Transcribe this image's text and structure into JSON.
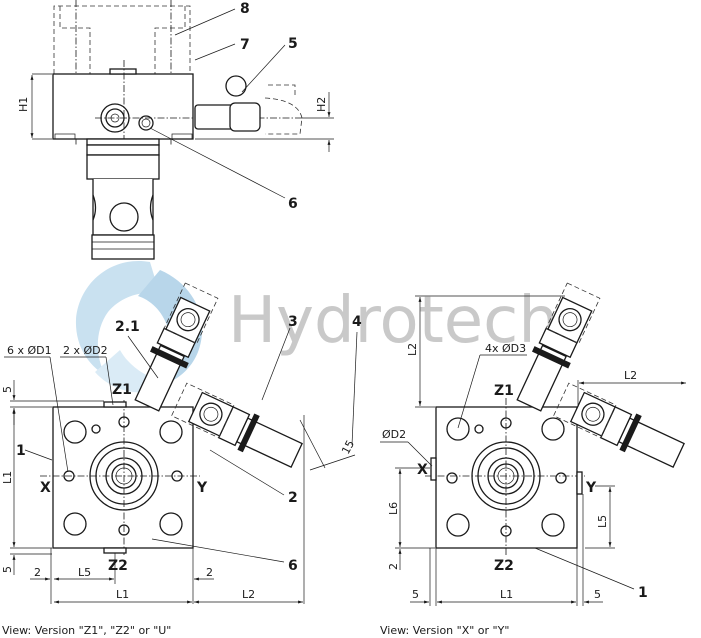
{
  "watermark": {
    "brand_text": "Hydrotech",
    "logo_color": "#9ec9e4",
    "text_color": "#b7b7b7"
  },
  "top_view": {
    "callouts": [
      "8",
      "7",
      "5",
      "6"
    ],
    "dimensions": {
      "h1": "H1",
      "h2": "H2"
    }
  },
  "left_view": {
    "caption": "View: Version \"Z1\", \"Z2\" or \"U\"",
    "callouts": {
      "c2_1": "2.1",
      "c3": "3",
      "c4": "4",
      "c1": "1",
      "c2": "2",
      "c6": "6"
    },
    "hole_labels": {
      "d1": "6 x ØD1",
      "d2": "2 x ØD2"
    },
    "ports": {
      "z1": "Z1",
      "z2": "Z2",
      "x": "X",
      "y": "Y"
    },
    "dimensions": {
      "top_5": "5",
      "bottom_5": "5",
      "l1_vertical": "L1",
      "l1_horizontal": "L1",
      "l2": "L2",
      "l5": "L5",
      "left_2": "2",
      "right_2": "2",
      "angle_15": "15"
    }
  },
  "right_view": {
    "caption": "View: Version \"X\" or \"Y\"",
    "callouts": {
      "c1": "1"
    },
    "hole_labels": {
      "d3": "4x ØD3",
      "d2": "ØD2"
    },
    "ports": {
      "z1": "Z1",
      "z2": "Z2",
      "x": "X",
      "y": "Y"
    },
    "dimensions": {
      "l2_vertical": "L2",
      "l2_horizontal": "L2",
      "l6": "L6",
      "l5": "L5",
      "l1": "L1",
      "left_5": "5",
      "right_5": "5",
      "bottom_2": "2"
    }
  }
}
